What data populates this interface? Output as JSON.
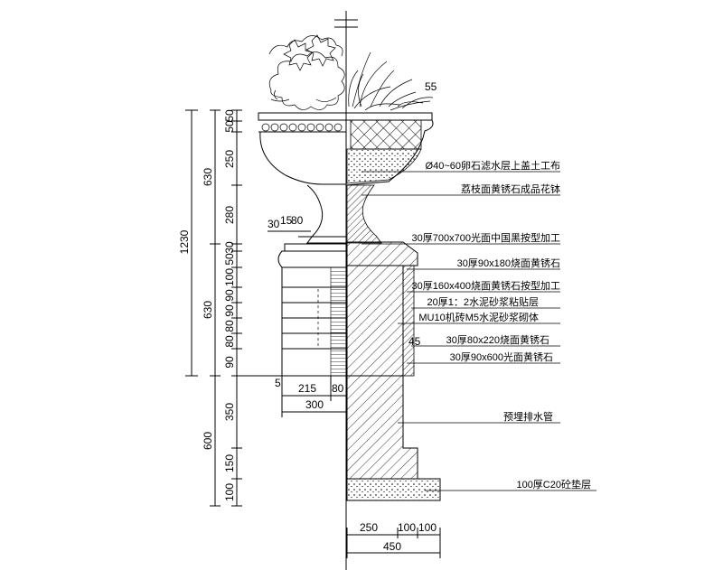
{
  "dimensions": {
    "left_total": "1230",
    "left_upper": "630",
    "left_middle": "630",
    "left_lower": "600",
    "left_segments": [
      "50",
      "50",
      "250",
      "280",
      "30",
      "50",
      "100",
      "90",
      "90",
      "80",
      "80",
      "90",
      "350",
      "150",
      "100"
    ],
    "base_widths": [
      "5",
      "215",
      "80"
    ],
    "base_total": "300",
    "neck_labels": [
      "30",
      "15",
      "80"
    ],
    "bottom_widths": [
      "250",
      "100",
      "100"
    ],
    "bottom_total": "450",
    "right_offsets": [
      "55",
      "45"
    ]
  },
  "notes": [
    "Ø40~60卵石滤水层上盖土工布",
    "荔枝面黄锈石成品花钵",
    "30厚700x700光面中国黑按型加工",
    "30厚90x180烧面黄锈石",
    "30厚160x400烧面黄锈石按型加工",
    "20厚1：2水泥砂浆粘贴层",
    "MU10机砖M5水泥砂浆砌体",
    "30厚80x220烧面黄锈石",
    "30厚90x600光面黄锈石",
    "预埋排水管",
    "100厚C20砼垫层"
  ]
}
